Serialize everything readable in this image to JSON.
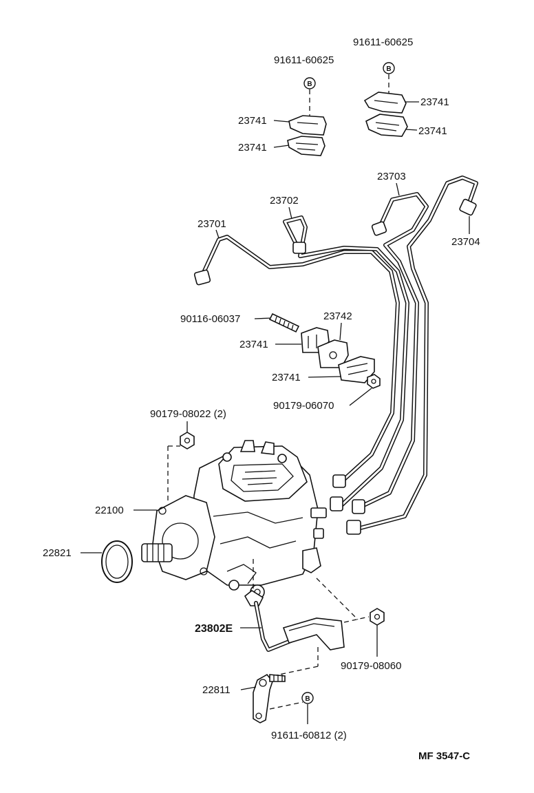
{
  "labels": {
    "p_91611_60625_a": "91611-60625",
    "p_91611_60625_b": "91611-60625",
    "p_23741_a": "23741",
    "p_23741_b": "23741",
    "p_23741_c": "23741",
    "p_23741_d": "23741",
    "p_23703": "23703",
    "p_23702": "23702",
    "p_23701": "23701",
    "p_23704": "23704",
    "p_90116_06037": "90116-06037",
    "p_23742": "23742",
    "p_23741_e": "23741",
    "p_23741_f": "23741",
    "p_90179_06070": "90179-06070",
    "p_90179_08022": "90179-08022 (2)",
    "p_22100": "22100",
    "p_22821": "22821",
    "p_23802E": "23802E",
    "p_90179_08060": "90179-08060",
    "p_22811": "22811",
    "p_91611_60812": "91611-60812 (2)",
    "drawing_code": "MF  3547-C"
  },
  "bolt_marker_letter": "B",
  "colors": {
    "line": "#111111",
    "background": "#ffffff"
  }
}
